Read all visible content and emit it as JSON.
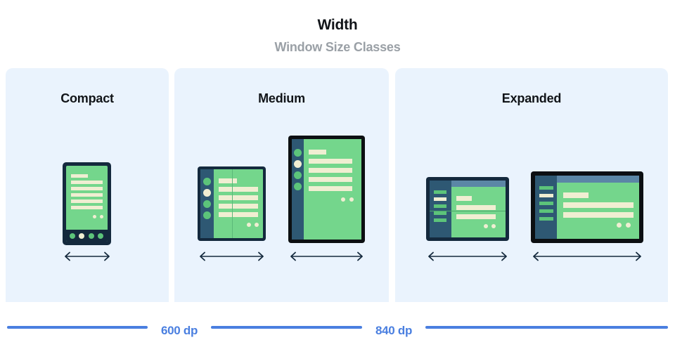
{
  "header": {
    "title": "Width",
    "subtitle": "Window Size Classes"
  },
  "panels": [
    {
      "label": "Compact"
    },
    {
      "label": "Medium"
    },
    {
      "label": "Expanded"
    }
  ],
  "devices": [
    {
      "name": "phone-portrait",
      "panel": "Compact"
    },
    {
      "name": "foldable-portrait",
      "panel": "Medium"
    },
    {
      "name": "tablet-portrait",
      "panel": "Medium"
    },
    {
      "name": "foldable-landscape",
      "panel": "Expanded"
    },
    {
      "name": "tablet-landscape",
      "panel": "Expanded"
    }
  ],
  "scale": {
    "breakpoints": [
      {
        "label": "600 dp"
      },
      {
        "label": "840 dp"
      }
    ]
  },
  "colors": {
    "panel_background": "#eaf3fd",
    "device_frame": "#14293d",
    "device_frame_black": "#0c0f12",
    "screen": "#74d68c",
    "rail": "#2e5873",
    "topbar": "#5b86a6",
    "content_bar": "#f0eed2",
    "accent_blue": "#4a7fe0",
    "title_text": "#111418",
    "subtitle_text": "#9aa0a6"
  }
}
